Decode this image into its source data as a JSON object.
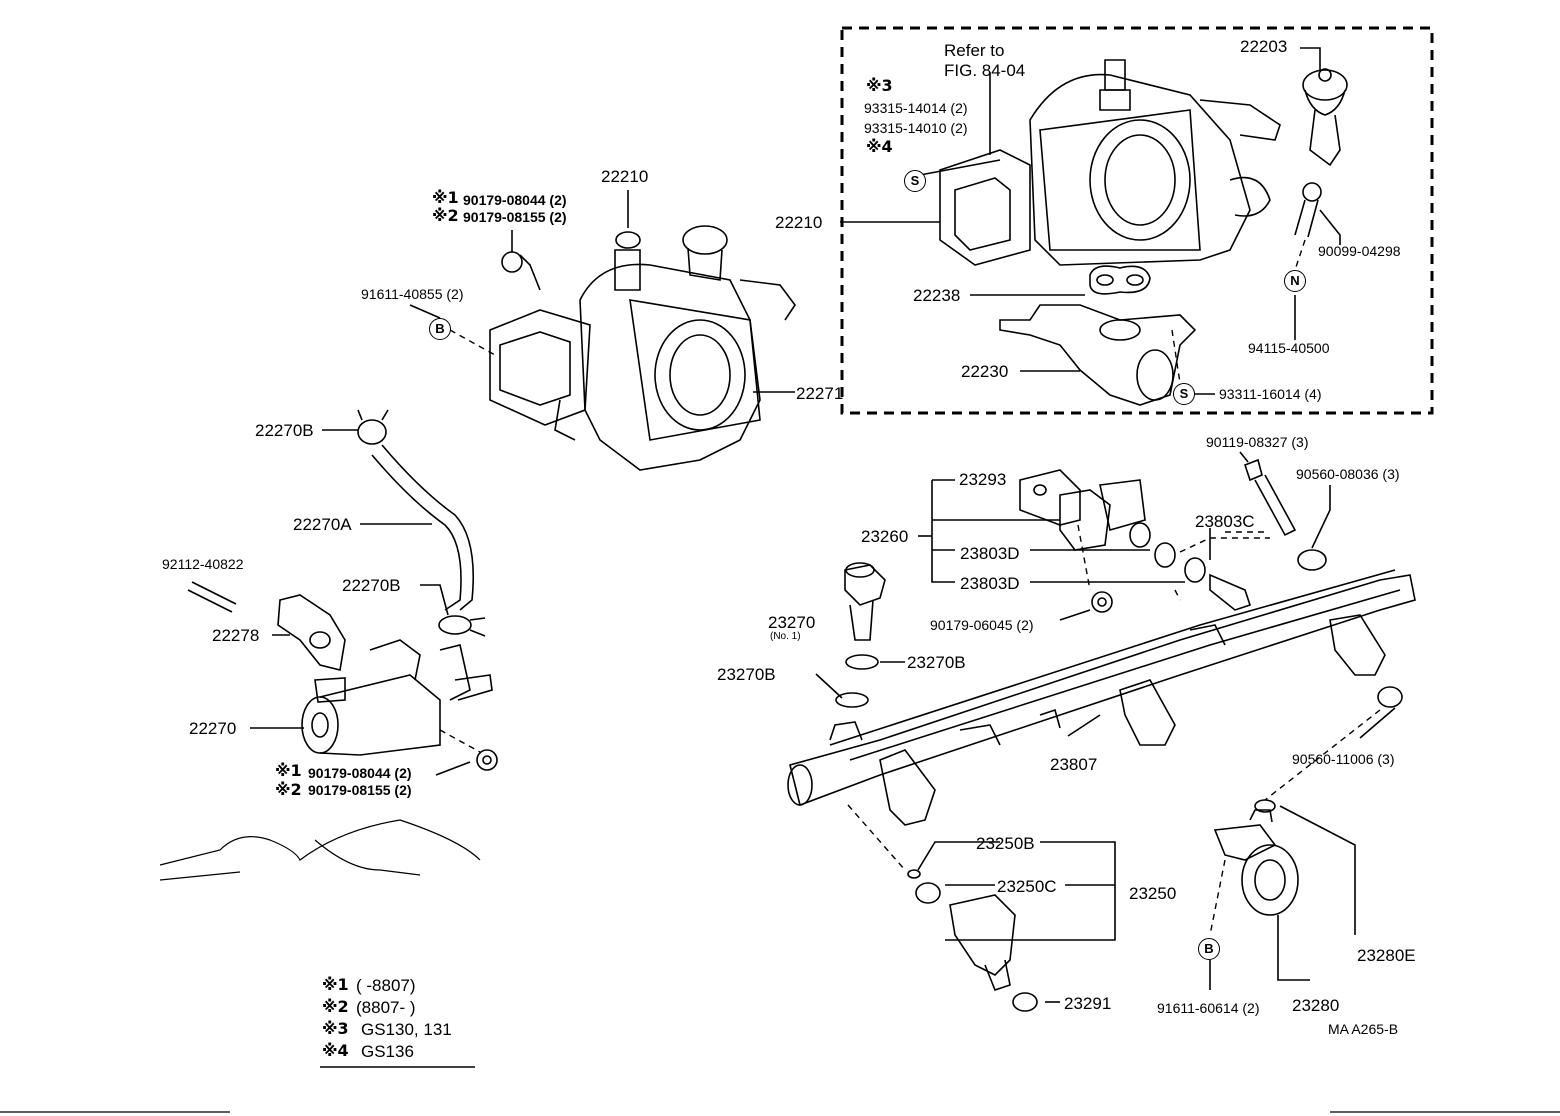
{
  "refer": {
    "line1": "Refer to",
    "line2": "FIG. 84-04"
  },
  "notes": {
    "n1": "※3",
    "n1_parts": [
      "93315-14014 (2)",
      "93315-14010 (2)"
    ],
    "n2": "※4"
  },
  "labels": {
    "p22203": "22203",
    "p90099": "90099-04298",
    "p94115": "94115-40500",
    "p22210_box": "22210",
    "p22238": "22238",
    "p22230": "22230",
    "p93311": "93311-16014 (4)",
    "s1": "※1",
    "s2": "※2",
    "p90179_08044_a": "90179-08044 (2)",
    "p90179_08155_a": "90179-08155 (2)",
    "p22210": "22210",
    "p91611_40855": "91611-40855 (2)",
    "p22271": "22271",
    "p22270B_top": "22270B",
    "p22270A": "22270A",
    "p92112": "92112-40822",
    "p22270B_mid": "22270B",
    "p22278": "22278",
    "p22270": "22270",
    "p90179_08044_b": "90179-08044 (2)",
    "p90179_08155_b": "90179-08155 (2)",
    "p90119": "90119-08327 (3)",
    "p90560_08036": "90560-08036 (3)",
    "p23293": "23293",
    "p23260": "23260",
    "p23803C": "23803C",
    "p23803D_a": "23803D",
    "p23803D_b": "23803D",
    "p23270": "23270",
    "p23270_no": "(No. 1)",
    "p90179_06045": "90179-06045 (2)",
    "p23270B_a": "23270B",
    "p23270B_b": "23270B",
    "p23807": "23807",
    "p90560_11006": "90560-11006 (3)",
    "p23250B": "23250B",
    "p23250C": "23250C",
    "p23250": "23250",
    "p23291": "23291",
    "p91611_60614": "91611-60614 (2)",
    "p23280E": "23280E",
    "p23280": "23280",
    "code": "MA  A265-B"
  },
  "circles": {
    "S": "S",
    "N": "N",
    "B": "B"
  },
  "legend": [
    {
      "mark": "※1",
      "text": "(        -8807)"
    },
    {
      "mark": "※2",
      "text": "(8807-        )"
    },
    {
      "mark": "※3",
      "text": "GS130, 131"
    },
    {
      "mark": "※4",
      "text": "GS136"
    }
  ]
}
